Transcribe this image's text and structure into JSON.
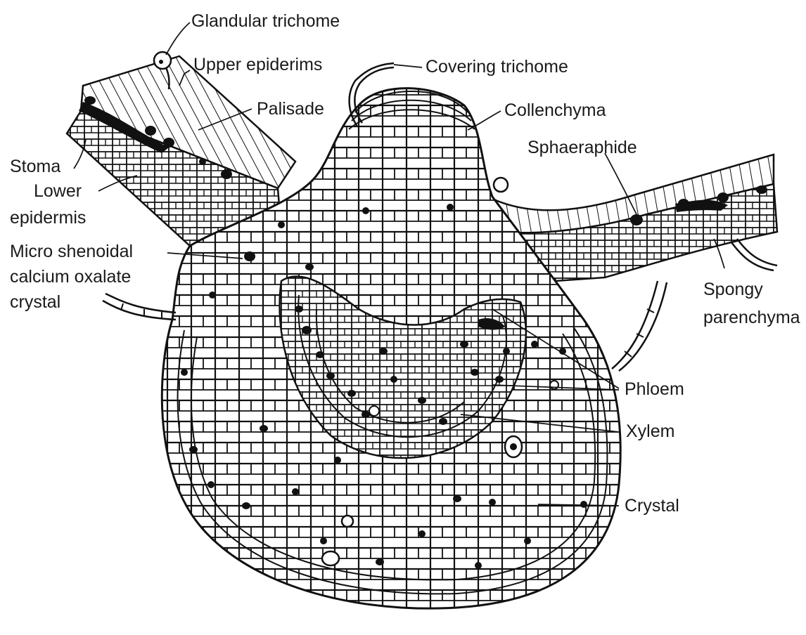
{
  "diagram": {
    "labels": {
      "glandular_trichome": "Glandular trichome",
      "upper_epidermis": "Upper epiderims",
      "covering_trichome": "Covering trichome",
      "palisade": "Palisade",
      "collenchyma": "Collenchyma",
      "sphaeraphide": "Sphaeraphide",
      "stoma": "Stoma",
      "lower_epidermis_1": "Lower",
      "lower_epidermis_2": "epidermis",
      "micro_crystal_1": "Micro shenoidal",
      "micro_crystal_2": "calcium oxalate",
      "micro_crystal_3": "crystal",
      "spongy_1": "Spongy",
      "spongy_2": "parenchyma",
      "phloem": "Phloem",
      "xylem": "Xylem",
      "crystal": "Crystal"
    },
    "colors": {
      "ink": "#111111",
      "background": "#ffffff"
    }
  }
}
